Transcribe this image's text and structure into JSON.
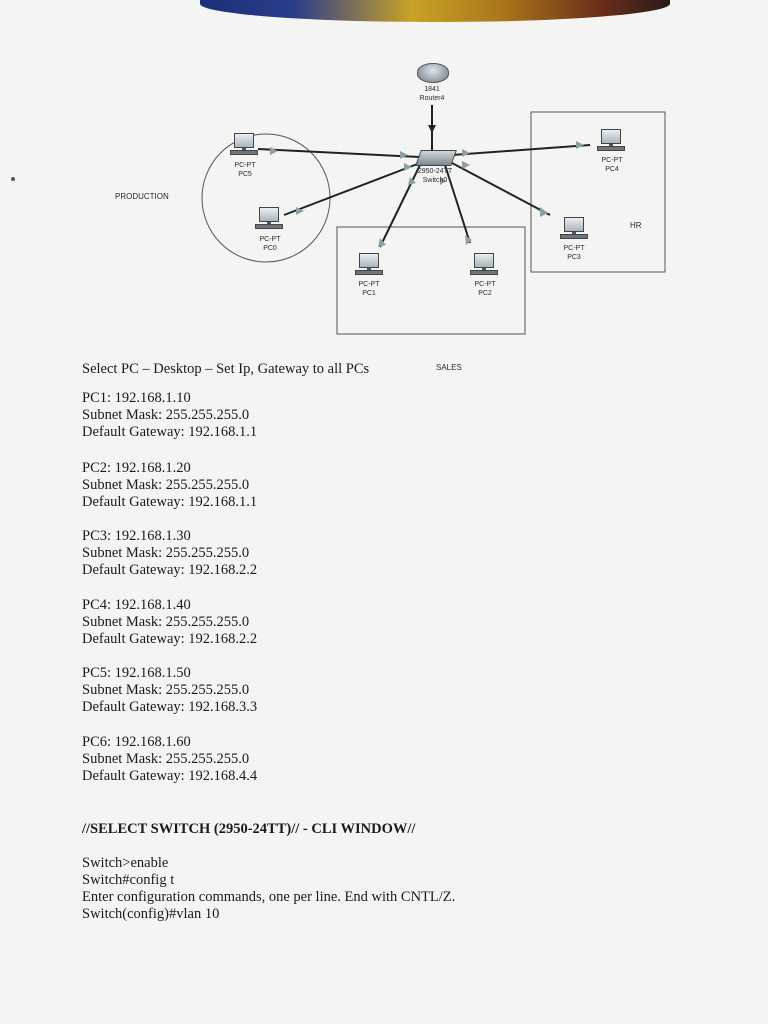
{
  "diagram": {
    "router": {
      "model": "1841",
      "name": "Router4"
    },
    "switch": {
      "model": "2950-24TT",
      "name": "Switch0"
    },
    "pcs": [
      {
        "type": "PC-PT",
        "name": "PC5"
      },
      {
        "type": "PC-PT",
        "name": "PC0"
      },
      {
        "type": "PC-PT",
        "name": "PC1"
      },
      {
        "type": "PC-PT",
        "name": "PC2"
      },
      {
        "type": "PC-PT",
        "name": "PC3"
      },
      {
        "type": "PC-PT",
        "name": "PC4"
      }
    ],
    "zones": {
      "production": "PRODUCTION",
      "sales": "SALES",
      "hr": "HR"
    }
  },
  "instructions": "Select PC – Desktop – Set Ip, Gateway to all PCs",
  "pc_configs": [
    {
      "ip_line": "PC1: 192.168.1.10",
      "mask_line": "Subnet Mask: 255.255.255.0",
      "gateway_line": "Default Gateway: 192.168.1.1"
    },
    {
      "ip_line": "PC2: 192.168.1.20",
      "mask_line": "Subnet Mask: 255.255.255.0",
      "gateway_line": "Default Gateway: 192.168.1.1"
    },
    {
      "ip_line": "PC3: 192.168.1.30",
      "mask_line": "Subnet Mask: 255.255.255.0",
      "gateway_line": "Default Gateway: 192.168.2.2"
    },
    {
      "ip_line": "PC4: 192.168.1.40",
      "mask_line": "Subnet Mask: 255.255.255.0",
      "gateway_line": "Default Gateway: 192.168.2.2"
    },
    {
      "ip_line": "PC5: 192.168.1.50",
      "mask_line": "Subnet Mask: 255.255.255.0",
      "gateway_line": "Default Gateway: 192.168.3.3"
    },
    {
      "ip_line": "PC6: 192.168.1.60",
      "mask_line": "Subnet Mask: 255.255.255.0",
      "gateway_line": "Default Gateway: 192.168.4.4"
    }
  ],
  "cli_heading": "//SELECT SWITCH (2950-24TT)// - CLI WINDOW//",
  "cli_lines": [
    "Switch>enable",
    "Switch#config t",
    "Enter configuration commands, one per line. End with CNTL/Z.",
    "Switch(config)#vlan 10"
  ]
}
